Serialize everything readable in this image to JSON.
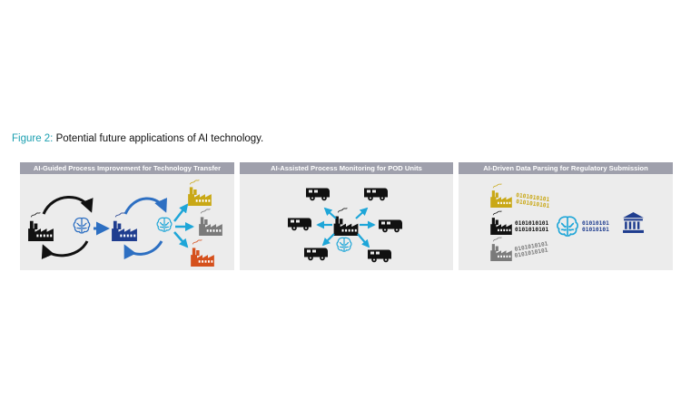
{
  "caption": {
    "label": "Figure 2:",
    "text": "Potential future applications of AI technology."
  },
  "panels": [
    {
      "title": "AI-Guided Process Improvement for Technology Transfer"
    },
    {
      "title": "AI-Assisted Process Monitoring for POD Units"
    },
    {
      "title": "AI-Driven Data Parsing for Regulatory Submission"
    }
  ],
  "binary": {
    "stream_a": "0101010101",
    "stream_b": "0101010101",
    "stream_c": "0101010101",
    "output_a": "01010101",
    "output_b": "01010101"
  },
  "colors": {
    "accent": "#1a9fb0",
    "navy": "#1f3d8f",
    "blue": "#2d6fc2",
    "cyan": "#1ea6d8",
    "gold": "#c9a816",
    "gray": "#7a7a7a",
    "orange": "#d5501c",
    "black": "#111111",
    "header": "#9fa0ac"
  },
  "icons": [
    "factory-icon",
    "ai-brain-icon",
    "rv-unit-icon",
    "regulatory-building-icon",
    "binary-stream-icon"
  ]
}
